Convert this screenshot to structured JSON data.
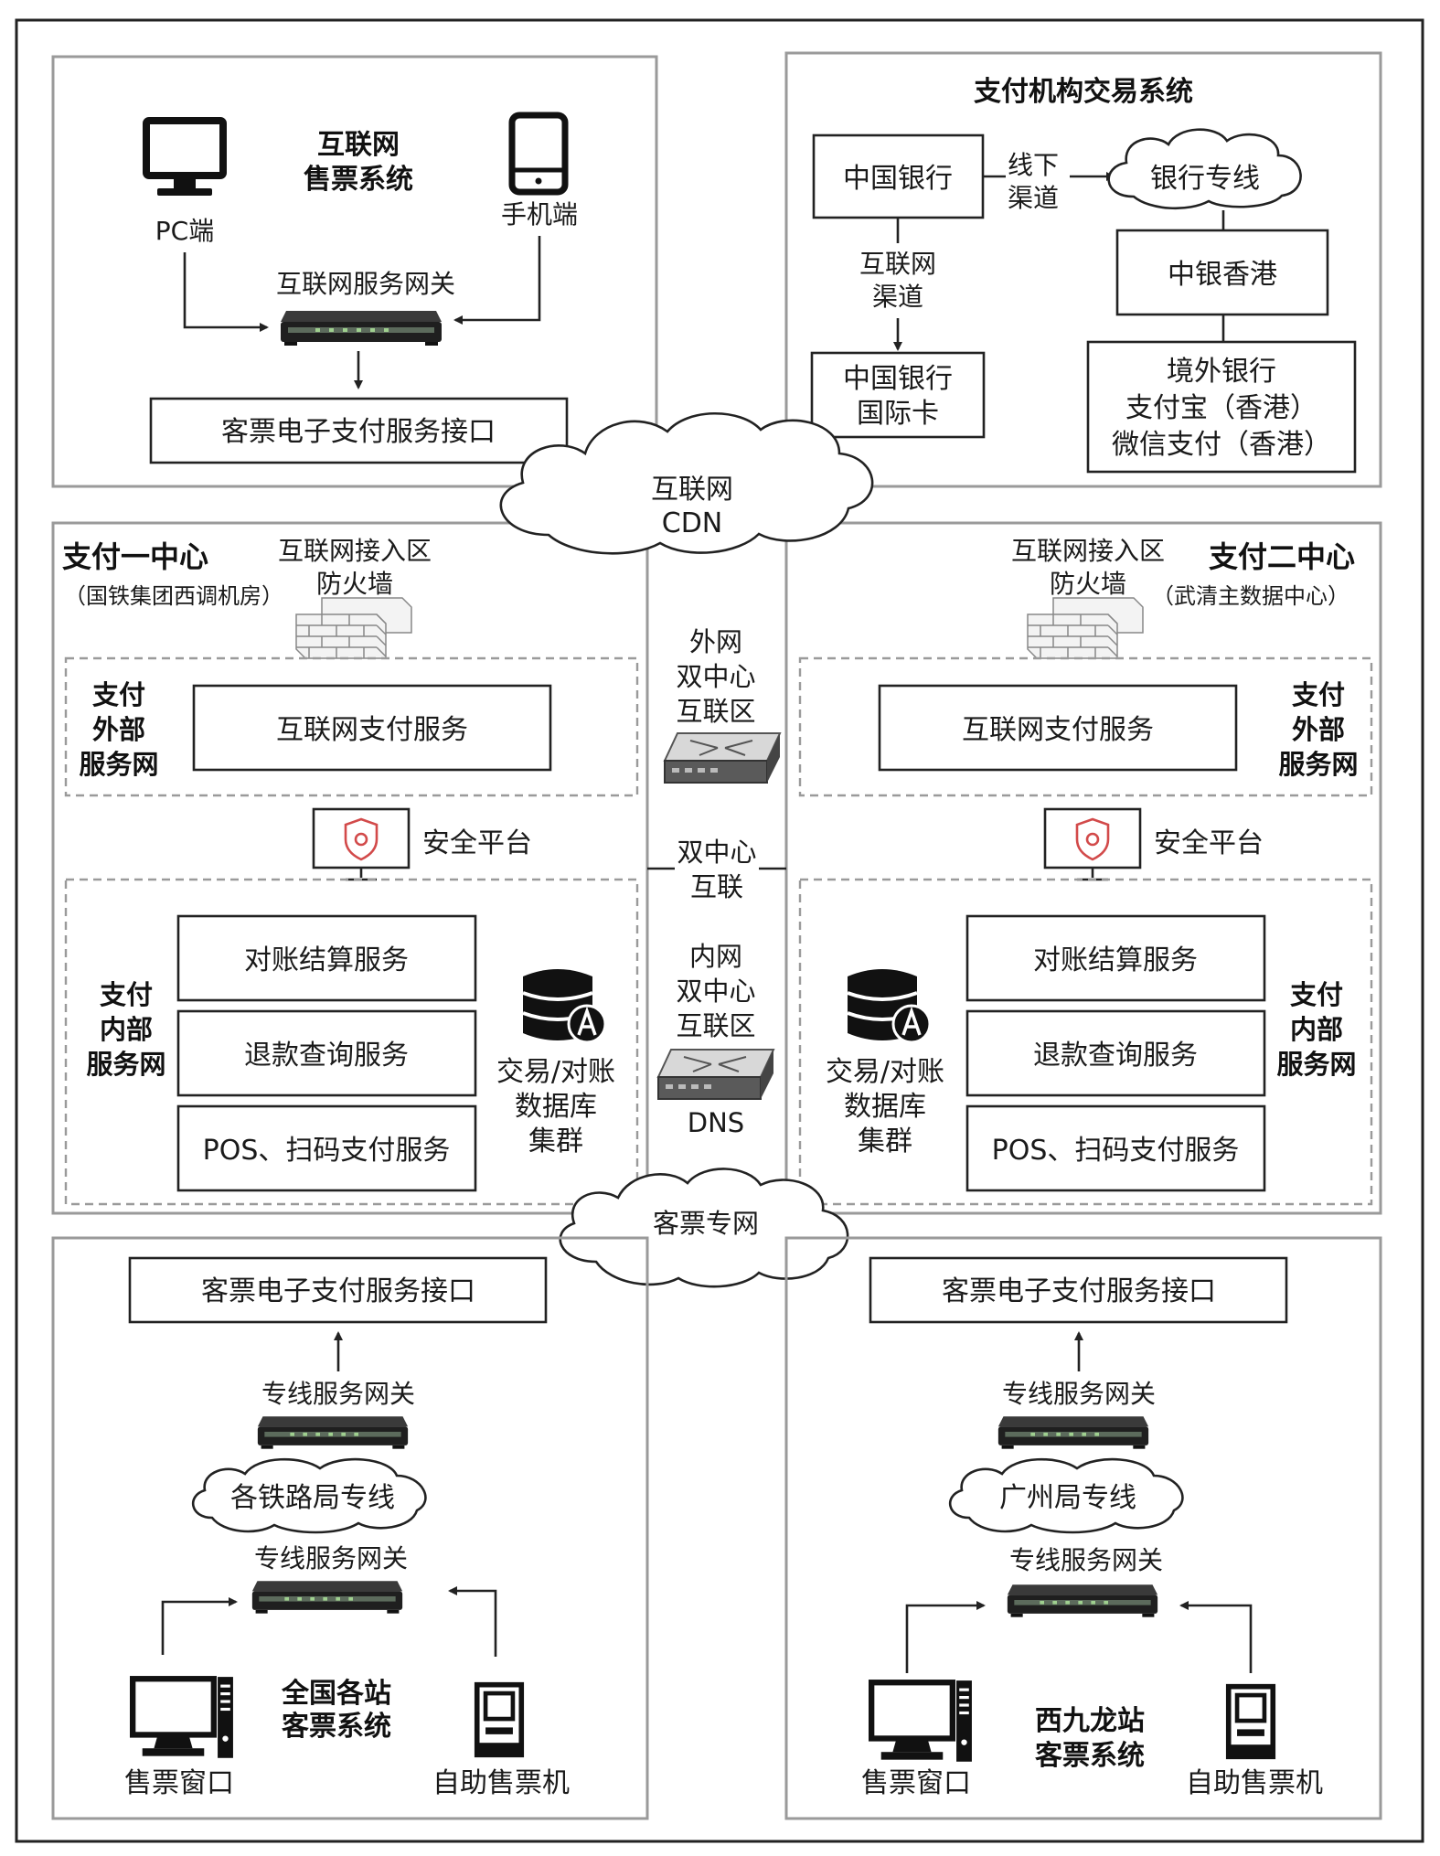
{
  "internet_ticketing": {
    "title_line1": "互联网",
    "title_line2": "售票系统",
    "pc_label": "PC端",
    "mobile_label": "手机端",
    "gateway_label": "互联网服务网关",
    "interface_label": "客票电子支付服务接口"
  },
  "payment_institution": {
    "title": "支付机构交易系统",
    "boc": "中国银行",
    "offline_line1": "线下",
    "offline_line2": "渠道",
    "bank_line": "银行专线",
    "internet_channel_line1": "互联网",
    "internet_channel_line2": "渠道",
    "boc_hk": "中银香港",
    "boc_intl_line1": "中国银行",
    "boc_intl_line2": "国际卡",
    "overseas_line1": "境外银行",
    "overseas_line2": "支付宝（香港）",
    "overseas_line3": "微信支付（香港）"
  },
  "cdn": {
    "line1": "互联网",
    "line2": "CDN"
  },
  "center1": {
    "title": "支付一中心",
    "subtitle": "（国铁集团西调机房）",
    "firewall_line1": "互联网接入区",
    "firewall_line2": "防火墙",
    "ext_net_line1": "支付",
    "ext_net_line2": "外部",
    "ext_net_line3": "服务网",
    "internet_payment": "互联网支付服务",
    "security": "安全平台",
    "int_net_line1": "支付",
    "int_net_line2": "内部",
    "int_net_line3": "服务网",
    "services": [
      "对账结算服务",
      "退款查询服务",
      "POS、扫码支付服务"
    ],
    "db_line1": "交易/对账",
    "db_line2": "数据库",
    "db_line3": "集群"
  },
  "center2": {
    "title": "支付二中心",
    "subtitle": "（武清主数据中心）",
    "firewall_line1": "互联网接入区",
    "firewall_line2": "防火墙",
    "ext_net_line1": "支付",
    "ext_net_line2": "外部",
    "ext_net_line3": "服务网",
    "internet_payment": "互联网支付服务",
    "security": "安全平台",
    "int_net_line1": "支付",
    "int_net_line2": "内部",
    "int_net_line3": "服务网",
    "services": [
      "对账结算服务",
      "退款查询服务",
      "POS、扫码支付服务"
    ],
    "db_line1": "交易/对账",
    "db_line2": "数据库",
    "db_line3": "集群"
  },
  "middle": {
    "ext_line1": "外网",
    "ext_line2": "双中心",
    "ext_line3": "互联区",
    "dual_line1": "双中心",
    "dual_line2": "互联",
    "int_line1": "内网",
    "int_line2": "双中心",
    "int_line3": "互联区",
    "dns": "DNS"
  },
  "ticket_network": "客票专网",
  "national": {
    "interface_label": "客票电子支付服务接口",
    "gateway_top": "专线服务网关",
    "private_line": "各铁路局专线",
    "gateway_bottom": "专线服务网关",
    "title_line1": "全国各站",
    "title_line2": "客票系统",
    "window_label": "售票窗口",
    "kiosk_label": "自助售票机"
  },
  "west_kowloon": {
    "interface_label": "客票电子支付服务接口",
    "gateway_top": "专线服务网关",
    "private_line": "广州局专线",
    "gateway_bottom": "专线服务网关",
    "title_line1": "西九龙站",
    "title_line2": "客票系统",
    "window_label": "售票窗口",
    "kiosk_label": "自助售票机"
  }
}
